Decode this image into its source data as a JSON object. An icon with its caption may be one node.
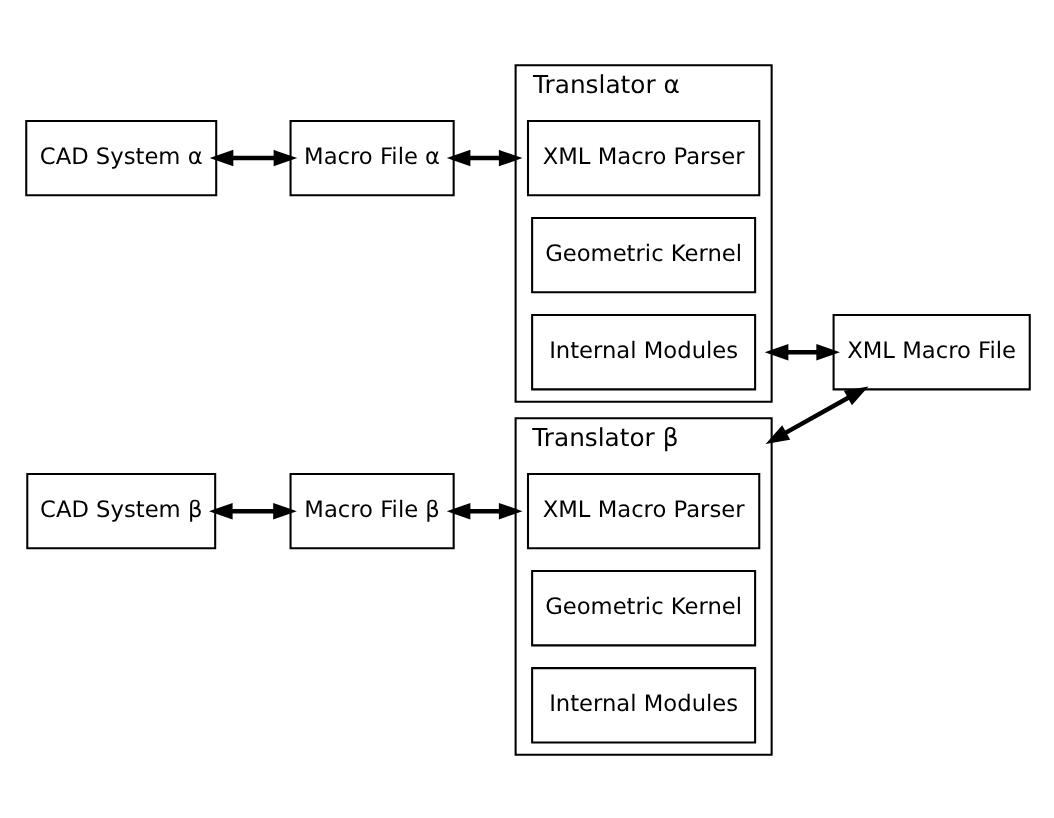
{
  "diagram": {
    "nodes": [
      {
        "text": [
          "CAD System α"
        ]
      },
      {
        "text": [
          "Macro File α"
        ]
      },
      {
        "text": [
          "Translator α"
        ]
      },
      {
        "text": [
          "XML Macro Parser"
        ],
        "in": 2
      },
      {
        "text": [
          "Geometric Kernel"
        ],
        "in": 2
      },
      {
        "text": [
          "Internal Modules"
        ],
        "in": 2
      },
      {
        "text": [
          "XML Macro File"
        ]
      },
      {
        "text": [
          "CAD System β"
        ]
      },
      {
        "text": [
          "Macro File β"
        ]
      },
      {
        "text": [
          "Translator β"
        ]
      },
      {
        "text": [
          "XML Macro Parser"
        ],
        "in": 9
      },
      {
        "text": [
          "Geometric Kernel"
        ],
        "in": 9
      },
      {
        "text": [
          "Internal Modules"
        ],
        "in": 9
      }
    ],
    "edges": [
      {
        "from": 0,
        "to": 1,
        "arrow": "both"
      },
      {
        "from": 1,
        "to": 2,
        "arrow": "both"
      },
      {
        "from": 2,
        "to": 6,
        "arrow": "both"
      },
      {
        "from": 6,
        "to": 9,
        "arrow": "both"
      },
      {
        "from": 7,
        "to": 8,
        "arrow": "both"
      },
      {
        "from": 8,
        "to": 9,
        "arrow": "both"
      }
    ]
  }
}
